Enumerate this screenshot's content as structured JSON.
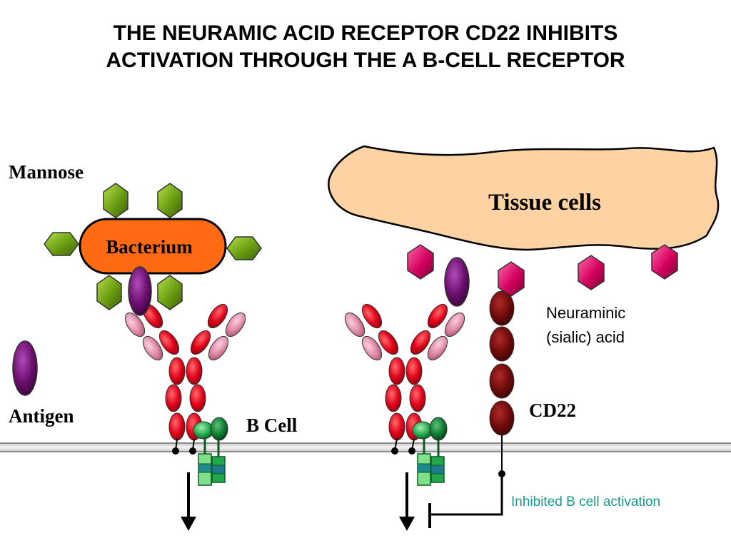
{
  "title": {
    "line1": "THE NEURAMIC ACID RECEPTOR CD22 INHIBITS",
    "line2": "ACTIVATION THROUGH THE A B-CELL RECEPTOR"
  },
  "labels": {
    "mannose": "Mannose",
    "bacterium": "Bacterium",
    "antigen": "Antigen",
    "b_cell": "B Cell",
    "tissue_cells": "Tissue cells",
    "neuraminic_line1": "Neuraminic",
    "neuraminic_line2": "(sialic) acid",
    "cd22": "CD22",
    "inhibited": "Inhibited B cell activation"
  },
  "colors": {
    "tissue_fill": "#fdd3a3",
    "bacterium_fill": "#ff6a13",
    "mannose_fill": "#6a9c12",
    "antigen_fill": "#6b0f6e",
    "sialic_fill": "#d4005e",
    "cd22_fill": "#6e0a0a",
    "receptor_red": "#e0001a",
    "receptor_pink": "#e08aa8",
    "signal_green": "#22a84a",
    "inhibited_text": "#149a8c"
  }
}
